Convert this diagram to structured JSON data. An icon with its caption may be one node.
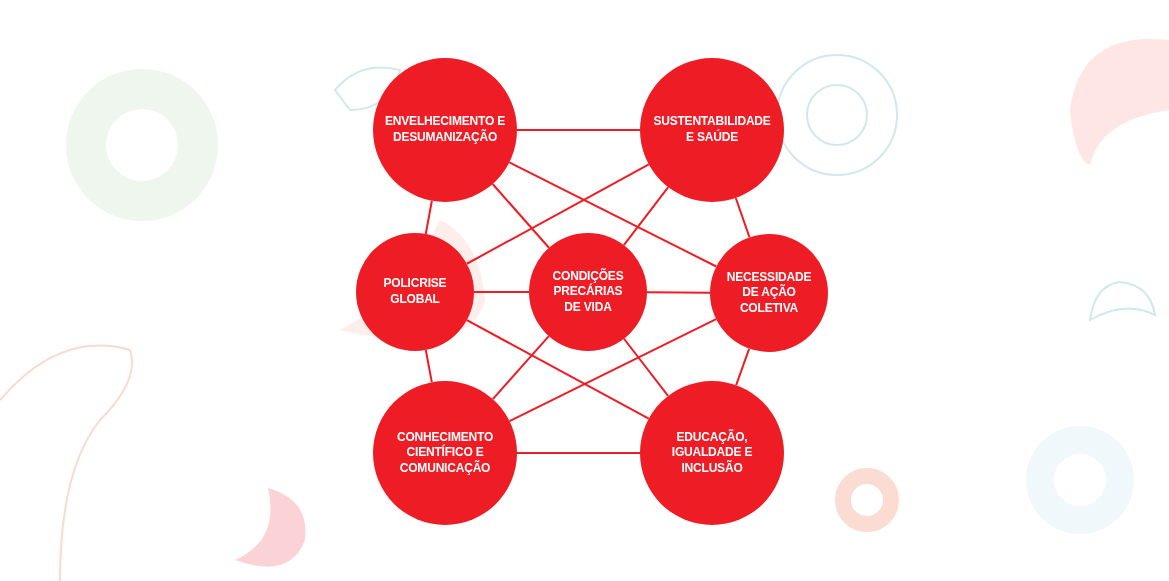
{
  "diagram": {
    "nodes": [
      {
        "text": [
          "ENVELHECIMENTO E DESUMANIZAÇÃO"
        ]
      },
      {
        "text": [
          "SUSTENTABILIDADE E SAÚDE"
        ]
      },
      {
        "text": [
          "POLICRISE GLOBAL"
        ]
      },
      {
        "text": [
          "CONDIÇÕES PRECÁRIAS DE VIDA"
        ]
      },
      {
        "text": [
          "NECESSIDADE DE AÇÃO COLETIVA"
        ]
      },
      {
        "text": [
          "CONHECIMENTO CIENTÍFICO E COMUNICAÇÃO"
        ]
      },
      {
        "text": [
          "EDUCAÇÃO, IGUALDADE E INCLUSÃO"
        ]
      }
    ],
    "edges": [
      {
        "from": 0,
        "to": 1,
        "arrow": "none"
      },
      {
        "from": 0,
        "to": 2,
        "arrow": "none"
      },
      {
        "from": 0,
        "to": 3,
        "arrow": "none"
      },
      {
        "from": 0,
        "to": 4,
        "arrow": "none"
      },
      {
        "from": 1,
        "to": 2,
        "arrow": "none"
      },
      {
        "from": 1,
        "to": 3,
        "arrow": "none"
      },
      {
        "from": 1,
        "to": 4,
        "arrow": "none"
      },
      {
        "from": 2,
        "to": 3,
        "arrow": "none"
      },
      {
        "from": 3,
        "to": 4,
        "arrow": "none"
      },
      {
        "from": 2,
        "to": 5,
        "arrow": "none"
      },
      {
        "from": 2,
        "to": 6,
        "arrow": "none"
      },
      {
        "from": 3,
        "to": 5,
        "arrow": "none"
      },
      {
        "from": 3,
        "to": 6,
        "arrow": "none"
      },
      {
        "from": 4,
        "to": 5,
        "arrow": "none"
      },
      {
        "from": 4,
        "to": 6,
        "arrow": "none"
      },
      {
        "from": 5,
        "to": 6,
        "arrow": "none"
      }
    ]
  }
}
